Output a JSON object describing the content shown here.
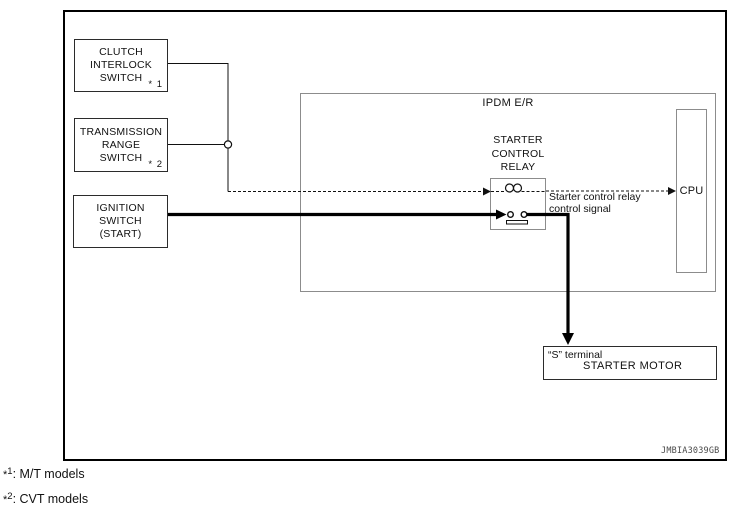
{
  "diagram": {
    "boxes": {
      "clutch_interlock_switch": {
        "label": "CLUTCH\nINTERLOCK\nSWITCH",
        "note_ref": "* 1"
      },
      "transmission_range_switch": {
        "label": "TRANSMISSION\nRANGE\nSWITCH",
        "note_ref": "* 2"
      },
      "ignition_switch": {
        "label": "IGNITION\nSWITCH\n(START)"
      },
      "ipdm": {
        "label": "IPDM E/R"
      },
      "starter_control_relay": {
        "label": "STARTER\nCONTROL\nRELAY"
      },
      "cpu": {
        "label": "CPU"
      },
      "starter_motor": {
        "terminal": "“S” terminal",
        "label": "STARTER MOTOR"
      }
    },
    "signal_label": "Starter control relay\ncontrol signal",
    "figure_code": "JMBIA3039GB"
  },
  "footnotes": [
    {
      "star": "*",
      "sup": "1",
      "text": ": M/T models"
    },
    {
      "star": "*",
      "sup": "2",
      "text": ": CVT models"
    }
  ],
  "colors": {
    "wire": "#111111",
    "outer_border": "#000000",
    "component_border": "#2b2b2b",
    "inner_border": "#8c8c8c",
    "background": "#ffffff"
  }
}
